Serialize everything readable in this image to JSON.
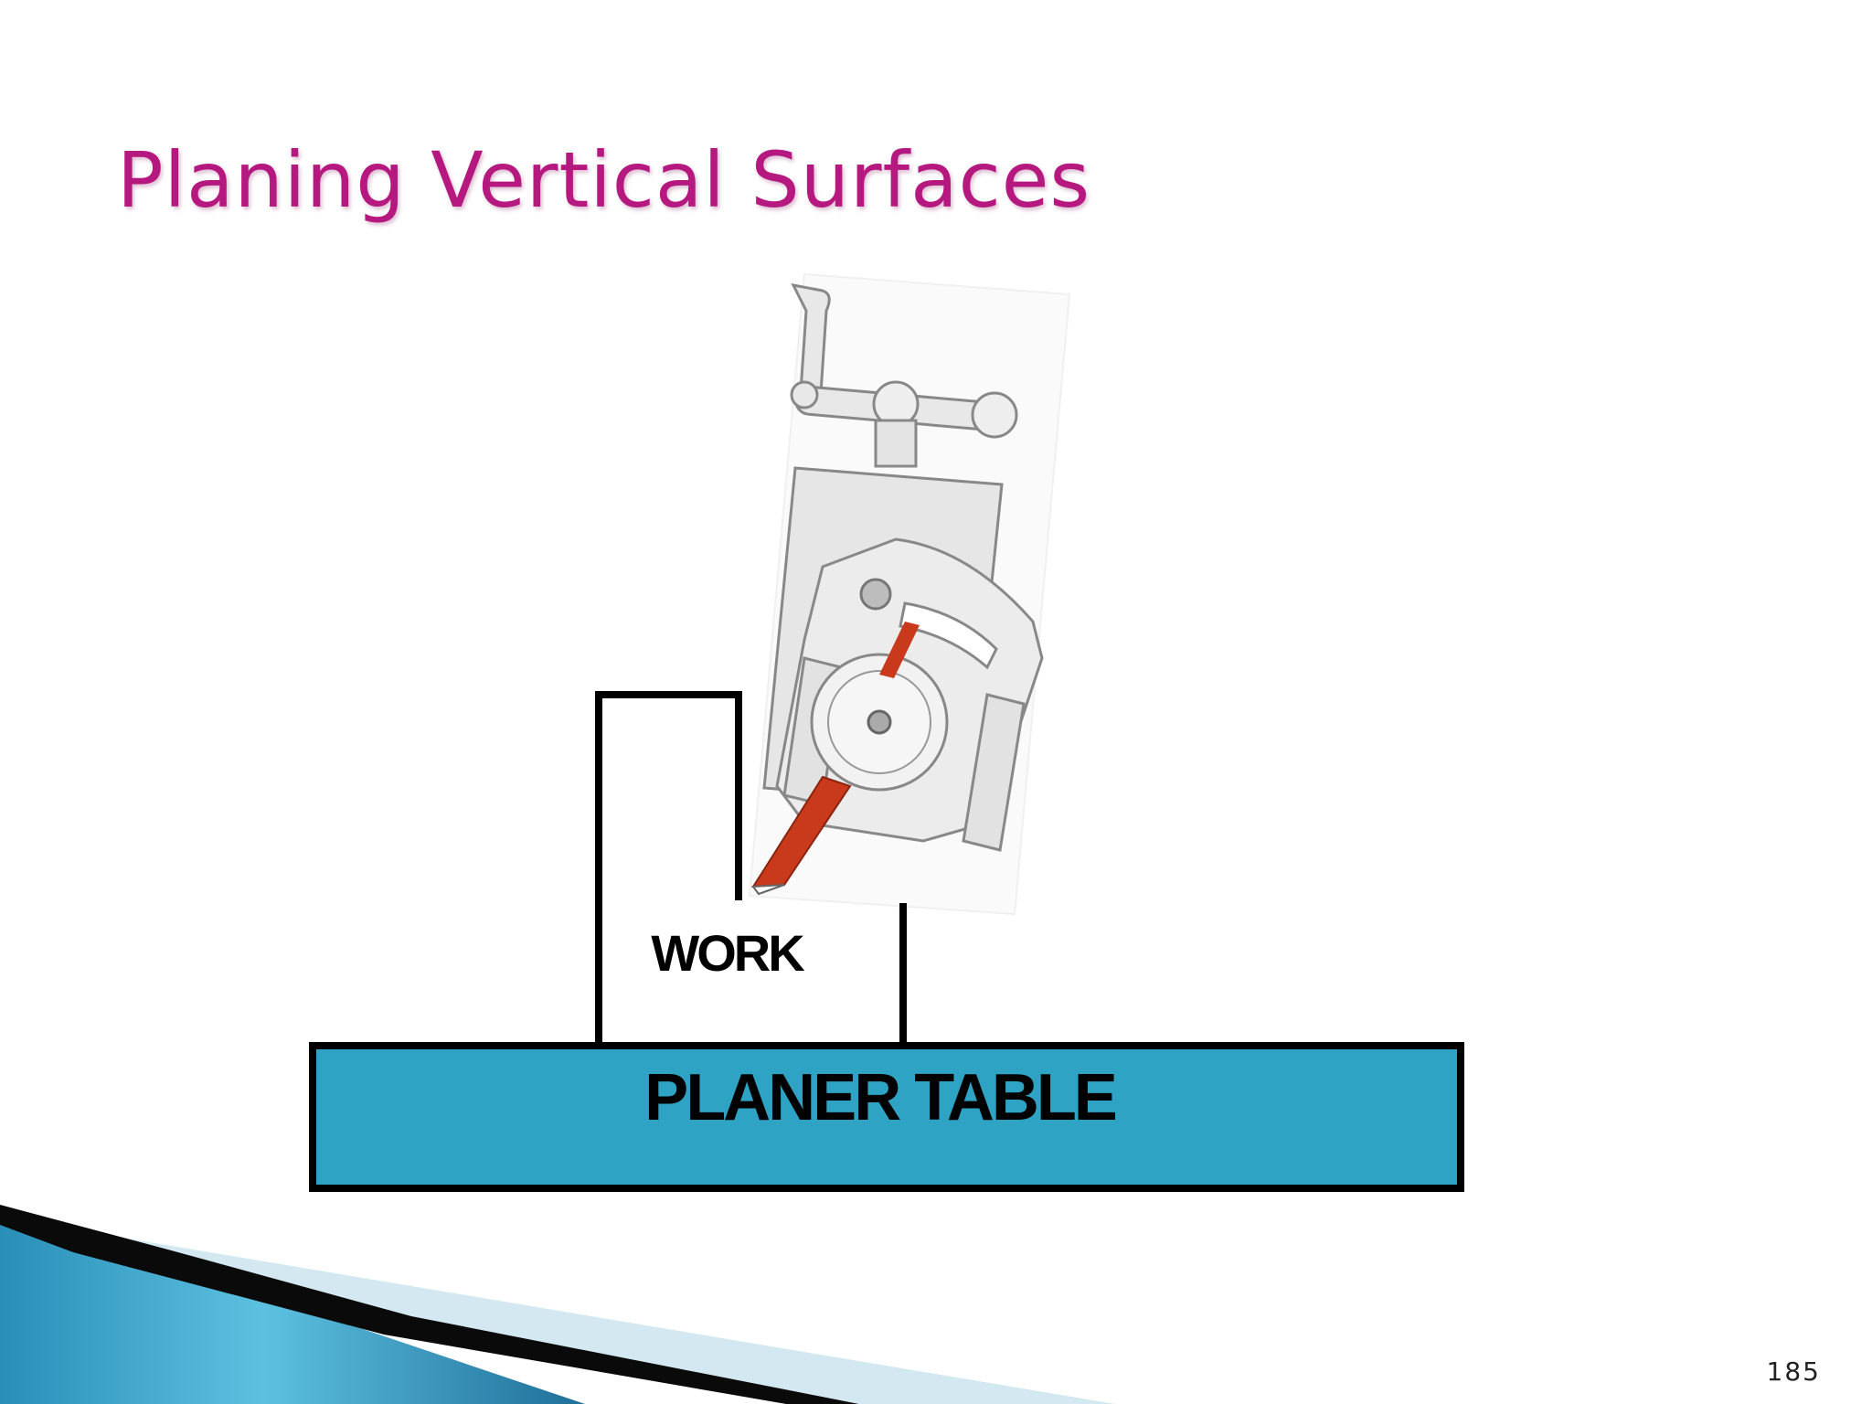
{
  "slide": {
    "title": "Planing Vertical Surfaces",
    "page_number": "185"
  },
  "diagram": {
    "work_label": "WORK",
    "table_label": "PLANER TABLE",
    "colors": {
      "title": "#b5187e",
      "table_fill": "#2ea3c3",
      "tool_bit": "#c9391b",
      "tool_head": "#e6e6e6",
      "outline": "#000000"
    }
  },
  "icons": {
    "tool_head": "planer-tool-head-icon",
    "footer": "swoosh-decoration"
  }
}
